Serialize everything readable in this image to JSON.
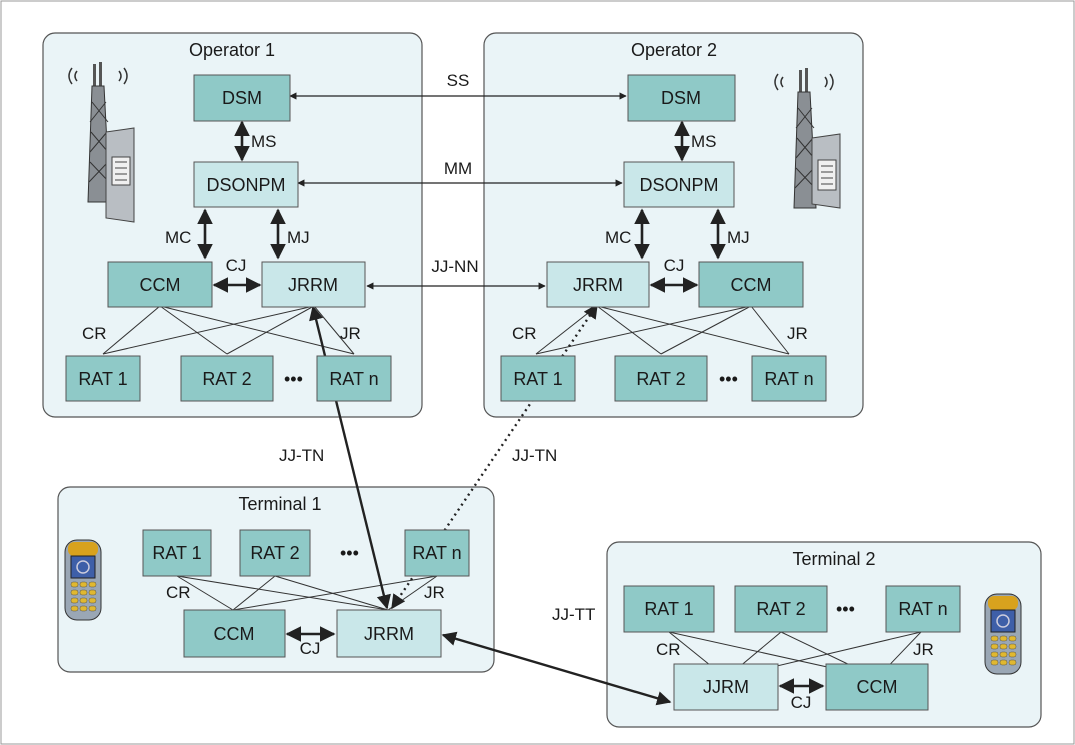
{
  "colors": {
    "panel_fill": "#eaf4f7",
    "box_dark": "#8fc9c7",
    "box_light": "#c9e7e9",
    "outline": "#555555",
    "line": "#222222"
  },
  "groups": {
    "op1": "Operator 1",
    "op2": "Operator 2",
    "t1": "Terminal 1",
    "t2": "Terminal 2"
  },
  "boxes": {
    "op1_dsm": "DSM",
    "op1_dsonpm": "DSONPM",
    "op1_ccm": "CCM",
    "op1_jrrm": "JRRM",
    "op1_rat1": "RAT 1",
    "op1_rat2": "RAT 2",
    "op1_ratn": "RAT n",
    "op2_dsm": "DSM",
    "op2_dsonpm": "DSONPM",
    "op2_jrrm": "JRRM",
    "op2_ccm": "CCM",
    "op2_rat1": "RAT 1",
    "op2_rat2": "RAT 2",
    "op2_ratn": "RAT n",
    "t1_rat1": "RAT 1",
    "t1_rat2": "RAT 2",
    "t1_ratn": "RAT n",
    "t1_ccm": "CCM",
    "t1_jrrm": "JRRM",
    "t2_rat1": "RAT 1",
    "t2_rat2": "RAT 2",
    "t2_ratn": "RAT n",
    "t2_jjrm": "JJRM",
    "t2_ccm": "CCM"
  },
  "ellipsis": "•••",
  "links": {
    "ss": "SS",
    "mm": "MM",
    "jj_nn": "JJ-NN",
    "op1_ms": "MS",
    "op2_ms": "MS",
    "op1_mc": "MC",
    "op1_mj": "MJ",
    "op2_mc": "MC",
    "op2_mj": "MJ",
    "op1_cj": "CJ",
    "op2_cj": "CJ",
    "op1_cr": "CR",
    "op1_jr": "JR",
    "op2_cr": "CR",
    "op2_jr": "JR",
    "t1_cr": "CR",
    "t1_jr": "JR",
    "t1_cj": "CJ",
    "t2_cr": "CR",
    "t2_jr": "JR",
    "t2_cj": "CJ",
    "jj_tn_solid": "JJ-TN",
    "jj_tn_dotted": "JJ-TN",
    "jj_tt": "JJ-TT"
  },
  "icons": [
    "base-station-icon",
    "mobile-phone-icon"
  ]
}
